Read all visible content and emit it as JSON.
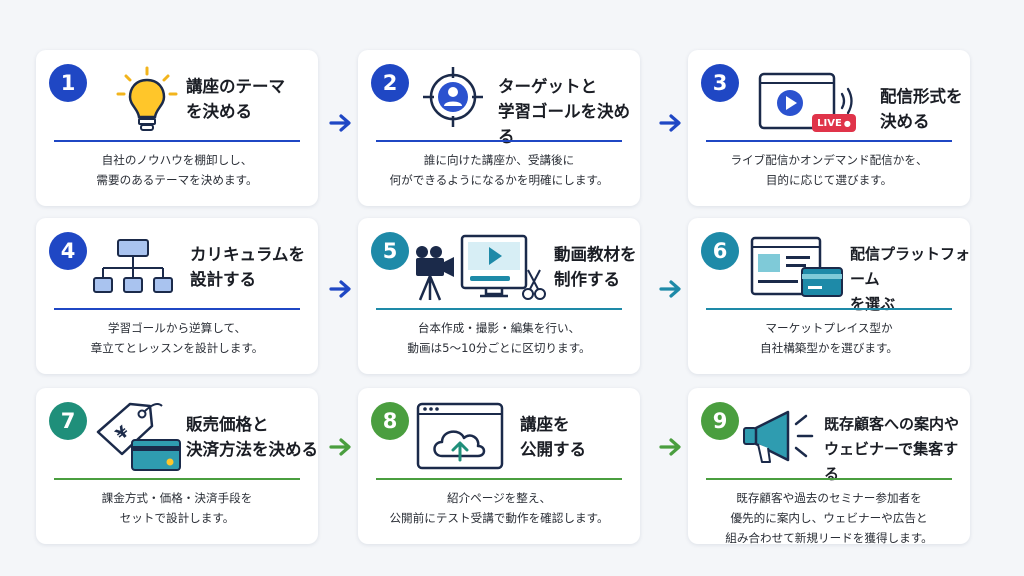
{
  "colors": {
    "row1_accent": "#1f47c4",
    "row2_accent": "#1e8aa8",
    "row3_accent_num": "#1f8f7a",
    "row3_accent_green": "#4a9e3f",
    "text": "#1a1d24"
  },
  "steps": [
    {
      "number": "1",
      "title": "講座のテーマ\nを決める",
      "desc": "自社のノウハウを棚卸しし、\n需要のあるテーマを決めます。",
      "icon": "lightbulb-icon"
    },
    {
      "number": "2",
      "title": "ターゲットと\n学習ゴールを決める",
      "desc": "誰に向けた講座か、受講後に\n何ができるようになるかを明確にします。",
      "icon": "target-user-icon"
    },
    {
      "number": "3",
      "title": "配信形式を\n決める",
      "desc": "ライブ配信かオンデマンド配信かを、\n目的に応じて選びます。",
      "icon": "live-stream-icon",
      "badge": "LIVE"
    },
    {
      "number": "4",
      "title": "カリキュラムを\n設計する",
      "desc": "学習ゴールから逆算して、\n章立てとレッスンを設計します。",
      "icon": "org-chart-icon"
    },
    {
      "number": "5",
      "title": "動画教材を\n制作する",
      "desc": "台本作成・撮影・編集を行い、\n動画は5〜10分ごとに区切ります。",
      "icon": "video-production-icon"
    },
    {
      "number": "6",
      "title": "配信プラットフォーム\nを選ぶ",
      "desc": "マーケットプレイス型か\n自社構築型かを選びます。",
      "icon": "platform-icon"
    },
    {
      "number": "7",
      "title": "販売価格と\n決済方法を決める",
      "desc": "課金方式・価格・決済手段を\nセットで設計します。",
      "icon": "price-tag-card-icon"
    },
    {
      "number": "8",
      "title": "講座を\n公開する",
      "desc": "紹介ページを整え、\n公開前にテスト受講で動作を確認します。",
      "icon": "cloud-upload-icon"
    },
    {
      "number": "9",
      "title": "既存顧客への案内や\nウェビナーで集客する",
      "desc": "既存顧客や過去のセミナー参加者を\n優先的に案内し、ウェビナーや広告と\n組み合わせて新規リードを獲得します。",
      "icon": "megaphone-icon"
    }
  ]
}
